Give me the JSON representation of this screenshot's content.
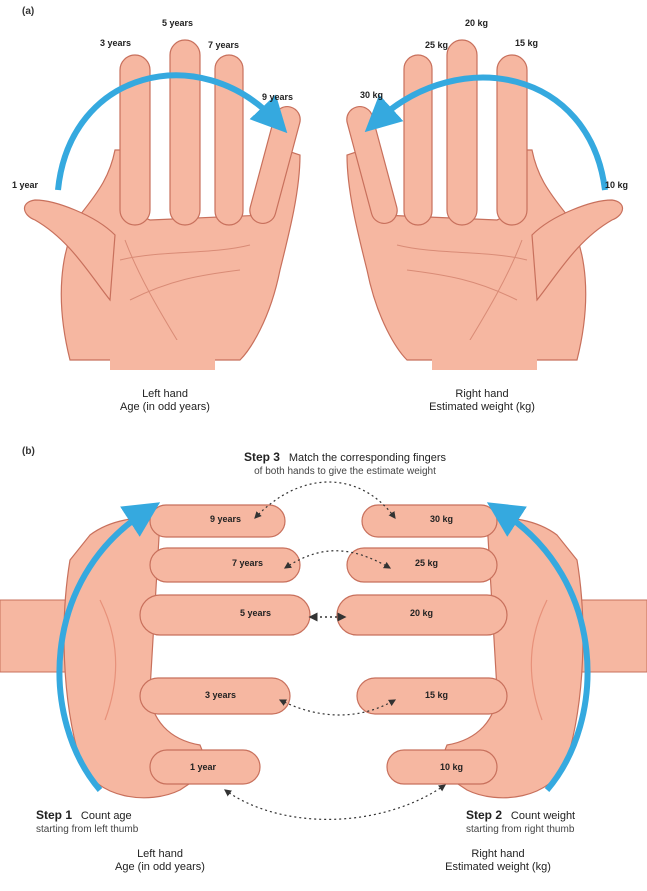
{
  "panel_a": {
    "label": "(a)",
    "left_hand": {
      "caption_title": "Left hand",
      "caption_sub": "Age (in odd years)",
      "finger_labels": [
        "1 year",
        "3 years",
        "5 years",
        "7 years",
        "9 years"
      ]
    },
    "right_hand": {
      "caption_title": "Right hand",
      "caption_sub": "Estimated weight (kg)",
      "finger_labels": [
        "10 kg",
        "15 kg",
        "20 kg",
        "25 kg",
        "30 kg"
      ]
    }
  },
  "panel_b": {
    "label": "(b)",
    "step3": {
      "title": "Step 3",
      "text_line1": "Match the corresponding fingers",
      "text_line2": "of both hands to give the estimate weight"
    },
    "left_labels": [
      "9 years",
      "7 years",
      "5 years",
      "3 years",
      "1 year"
    ],
    "right_labels": [
      "30 kg",
      "25 kg",
      "20 kg",
      "15 kg",
      "10 kg"
    ],
    "step1": {
      "title": "Step 1",
      "text": "Count age",
      "sub": "starting from left thumb"
    },
    "step2": {
      "title": "Step 2",
      "text": "Count weight",
      "sub": "starting from right thumb"
    },
    "left_caption_title": "Left hand",
    "left_caption_sub": "Age (in odd years)",
    "right_caption_title": "Right hand",
    "right_caption_sub": "Estimated weight (kg)"
  },
  "colors": {
    "skin": "#f6b7a1",
    "skin_shadow": "#e7917a",
    "outline": "#c8705c",
    "arrow": "#35a9df",
    "dotted": "#333333"
  }
}
